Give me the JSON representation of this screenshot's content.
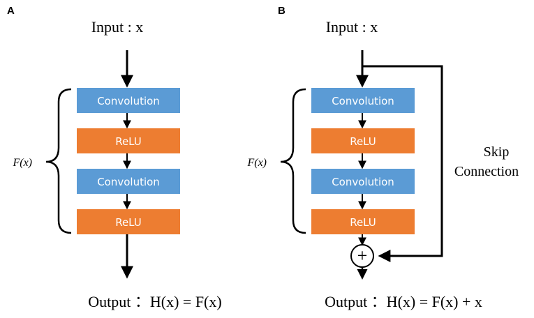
{
  "colors": {
    "convolution": "#5b9bd5",
    "relu": "#ed7d31",
    "line": "#000000"
  },
  "panels": [
    {
      "label": "A",
      "input": "Input : x",
      "function_label": "F(x)",
      "layers": [
        "Convolution",
        "ReLU",
        "Convolution",
        "ReLU"
      ],
      "output": "Output ：H(x) = F(x)"
    },
    {
      "label": "B",
      "input": "Input : x",
      "function_label": "F(x)",
      "layers": [
        "Convolution",
        "ReLU",
        "Convolution",
        "ReLU"
      ],
      "skip_label": [
        "Skip",
        "Connection"
      ],
      "add_symbol": "+",
      "output": "Output ：H(x) = F(x) + x"
    }
  ]
}
